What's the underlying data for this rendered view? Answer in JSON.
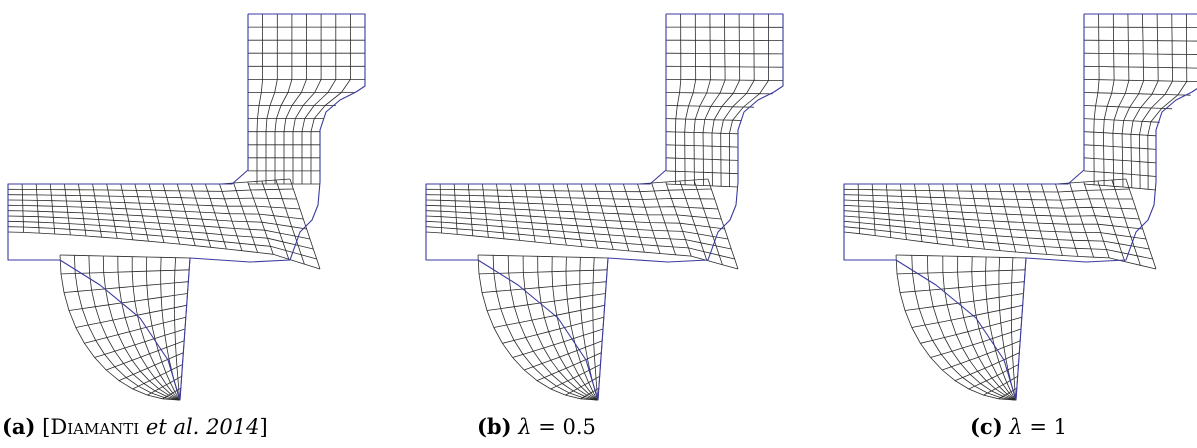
{
  "panels": [
    {
      "id": "a",
      "tag": "(a)",
      "citation_open": "[",
      "citation_author": "Diamanti",
      "citation_etal": "et al.",
      "citation_year": "2014",
      "citation_close": "]",
      "skew": 0.0
    },
    {
      "id": "b",
      "tag": "(b)",
      "symbol": "λ",
      "equals": " = ",
      "value": "0.5",
      "skew": 0.5
    },
    {
      "id": "c",
      "tag": "(c)",
      "symbol": "λ",
      "equals": " = ",
      "value": "1",
      "skew": 1.0
    }
  ],
  "colors": {
    "boundary": "#3a3aa0",
    "mesh": "#2a2a2a",
    "text": "#000000"
  }
}
